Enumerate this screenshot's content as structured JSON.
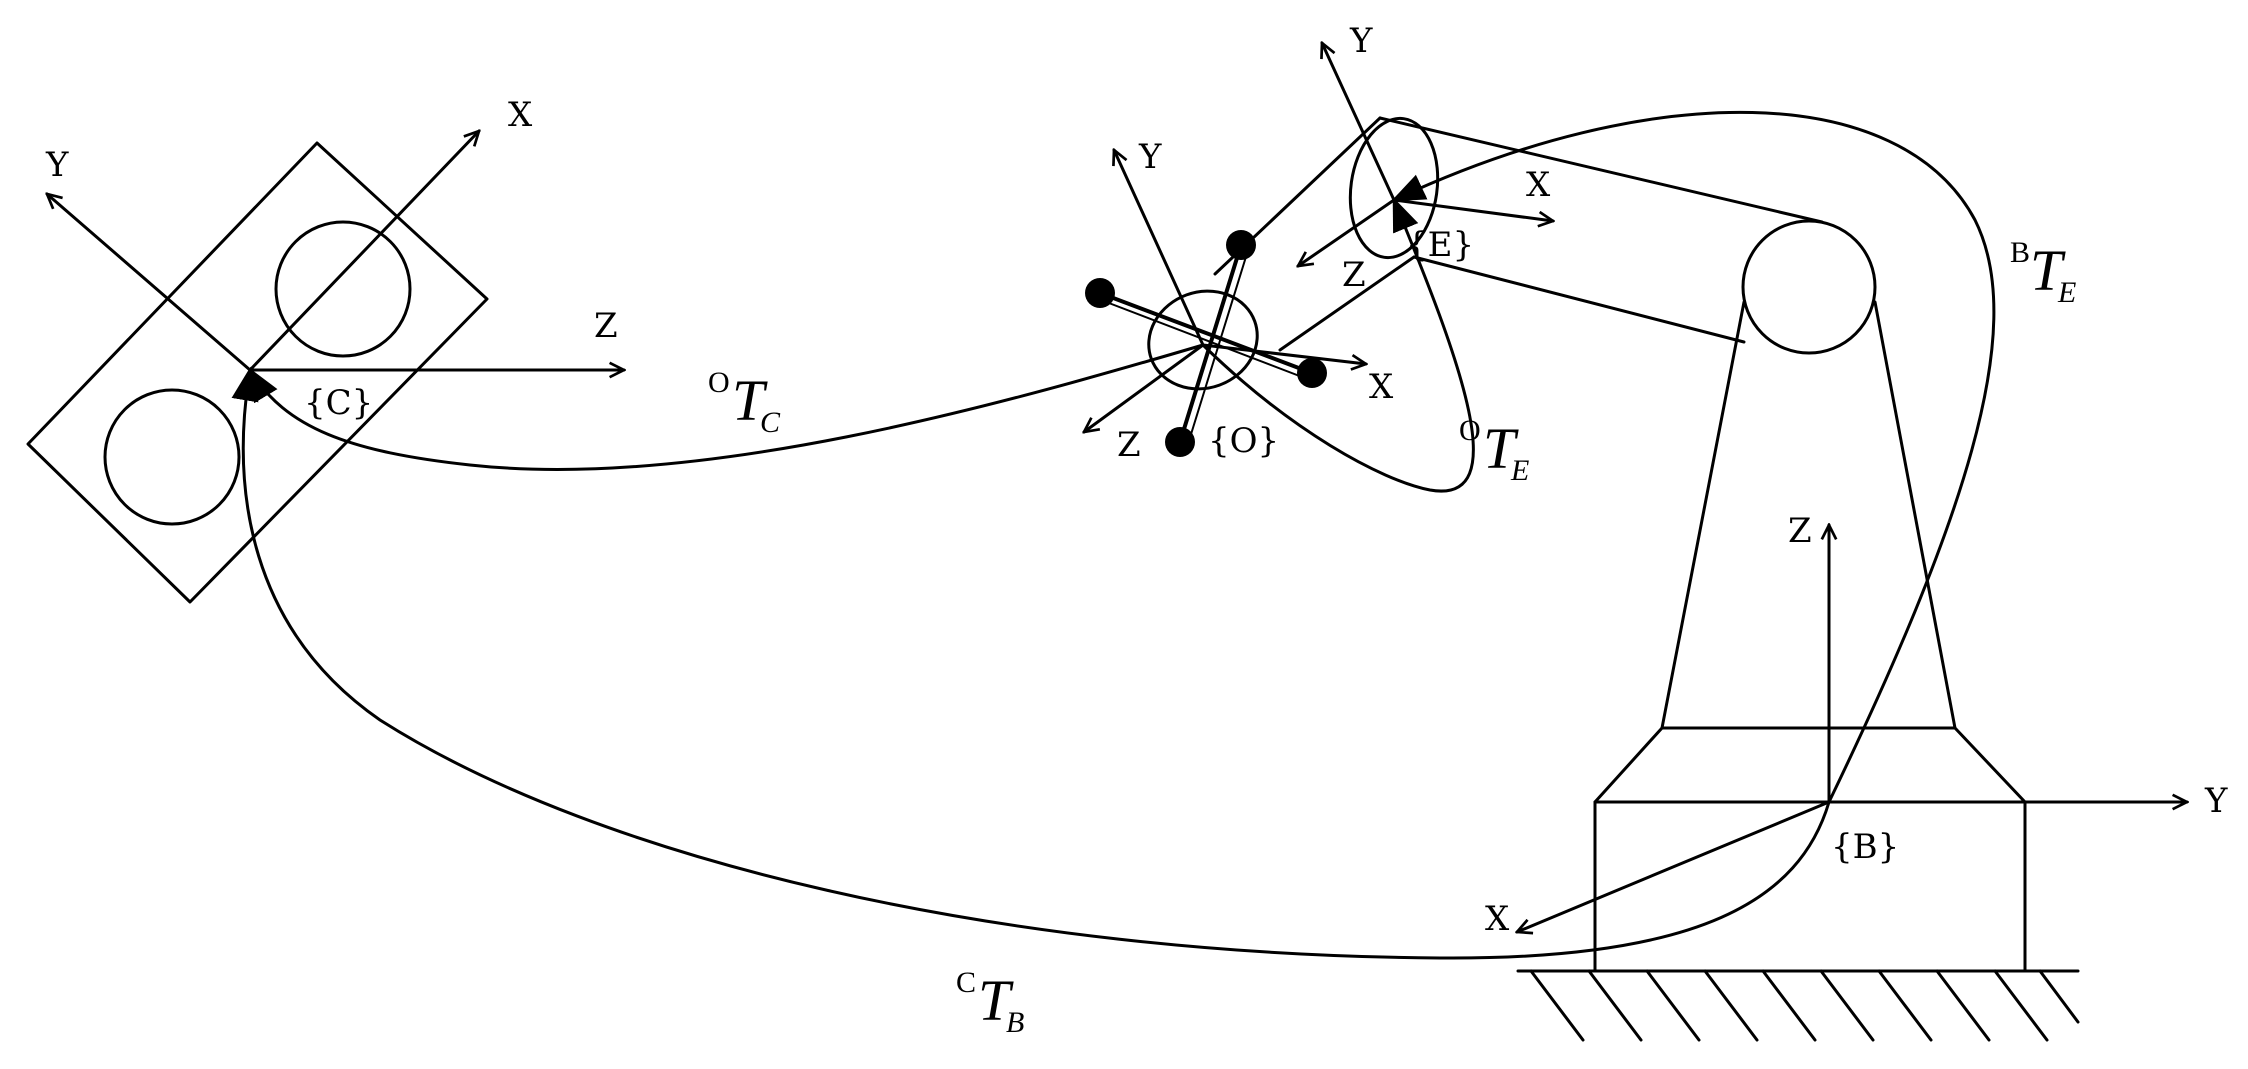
{
  "frames": {
    "camera": "{C}",
    "object": "{O}",
    "end_effector": "{E}",
    "base": "{B}"
  },
  "axes": {
    "camera": {
      "x": "X",
      "y": "Y",
      "z": "Z"
    },
    "object": {
      "x": "X",
      "y": "Y",
      "z": "Z"
    },
    "end_effector": {
      "x": "X",
      "y": "Y",
      "z": "Z"
    },
    "base": {
      "x": "X",
      "y": "Y",
      "z": "Z"
    }
  },
  "transforms": {
    "o_t_c": {
      "sup": "O",
      "main": "T",
      "sub": "C"
    },
    "o_t_e": {
      "sup": "O",
      "main": "T",
      "sub": "E"
    },
    "b_t_e": {
      "sup": "B",
      "main": "T",
      "sub": "E"
    },
    "c_t_b": {
      "sup": "C",
      "main": "T",
      "sub": "B"
    }
  }
}
